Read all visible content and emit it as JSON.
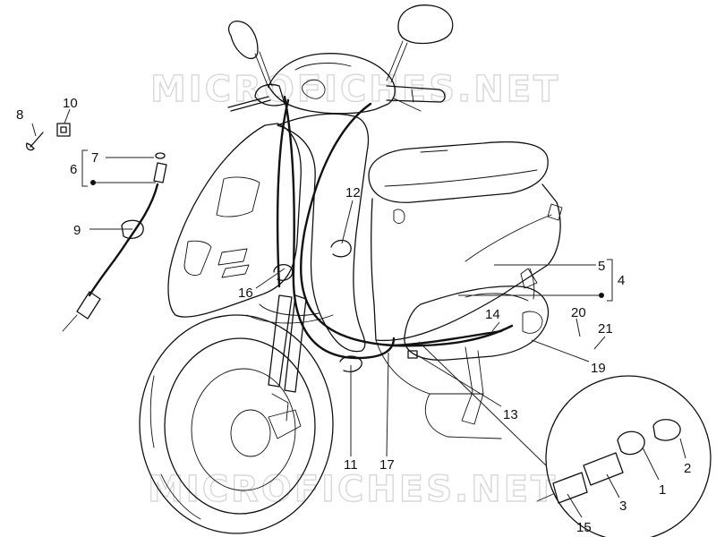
{
  "watermark": "MICROFICHES.NET",
  "callouts": {
    "c1": "1",
    "c2": "2",
    "c3": "3",
    "c4": "4",
    "c5": "5",
    "c6": "6",
    "c7": "7",
    "c8": "8",
    "c9": "9",
    "c10": "10",
    "c11": "11",
    "c12": "12",
    "c13": "13",
    "c14": "14",
    "c15": "15",
    "c16": "16",
    "c17": "17",
    "c19": "19",
    "c20": "20",
    "c21": "21"
  }
}
